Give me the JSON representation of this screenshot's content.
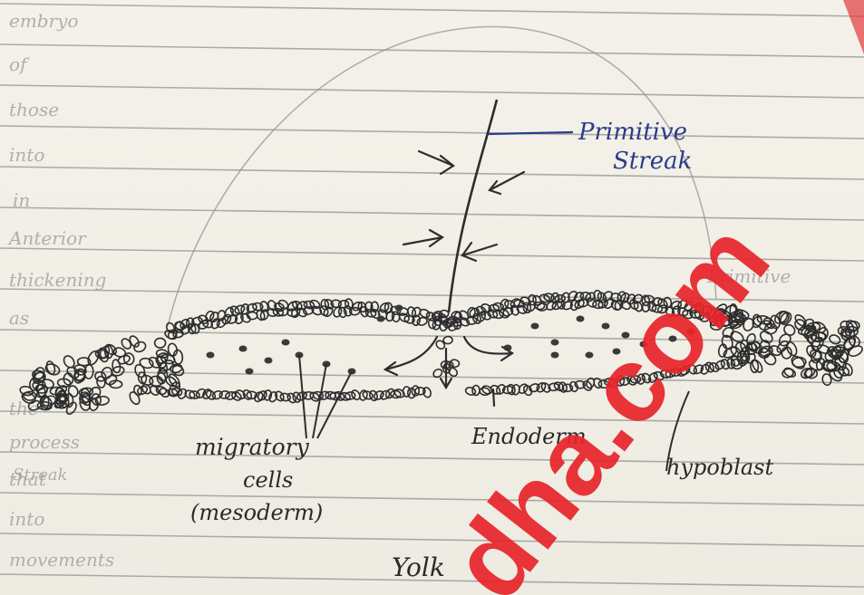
{
  "diagram": {
    "labels": {
      "primitive_streak_line1": "Primitive",
      "primitive_streak_line2": "Streak",
      "migratory_line1": "migratory",
      "migratory_line2": "cells",
      "migratory_line3": "(mesoderm)",
      "endoderm": "Endoderm",
      "hypoblast": "hypoblast",
      "yolk": "Yolk"
    },
    "notebook_words": [
      "embryo",
      "of",
      "those",
      "into",
      "in",
      "Anterior",
      "thickening",
      "as",
      "the",
      "process",
      "that",
      "into",
      "movements",
      "Streak",
      "Primitive"
    ],
    "colors": {
      "paper": "#f1efe6",
      "rule_line": "#8d8d88",
      "pencil": "#2d2d2d",
      "ink_blue": "#2b3c8c",
      "watermark": "#e8242a"
    }
  },
  "watermark": {
    "text": "dha.com"
  }
}
